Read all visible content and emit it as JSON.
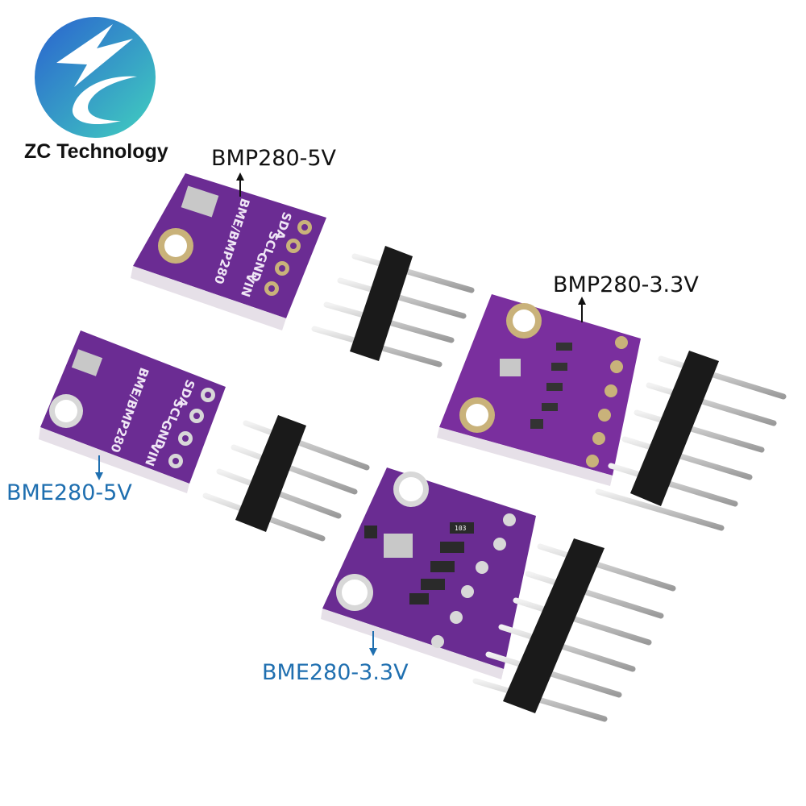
{
  "logo": {
    "brand_name": "ZC Technology",
    "colors": {
      "top": "#2a6fd0",
      "bottom": "#3ec7c0"
    }
  },
  "labels": {
    "bmp280_5v": "BMP280-5V",
    "bmp280_3v3": "BMP280-3.3V",
    "bme280_5v": "BME280-5V",
    "bme280_3v3": "BME280-3.3V"
  },
  "silkscreen": {
    "pins": [
      "SDA",
      "SCL",
      "GND",
      "VIN"
    ],
    "part": "BME/BMP280",
    "resistor_code": "103"
  },
  "colors": {
    "pcb": "#6b2c93",
    "label_black": "#111111",
    "label_blue": "#1f6fb0",
    "header": "#1a1a1a",
    "pin": "#c9c9c9"
  }
}
